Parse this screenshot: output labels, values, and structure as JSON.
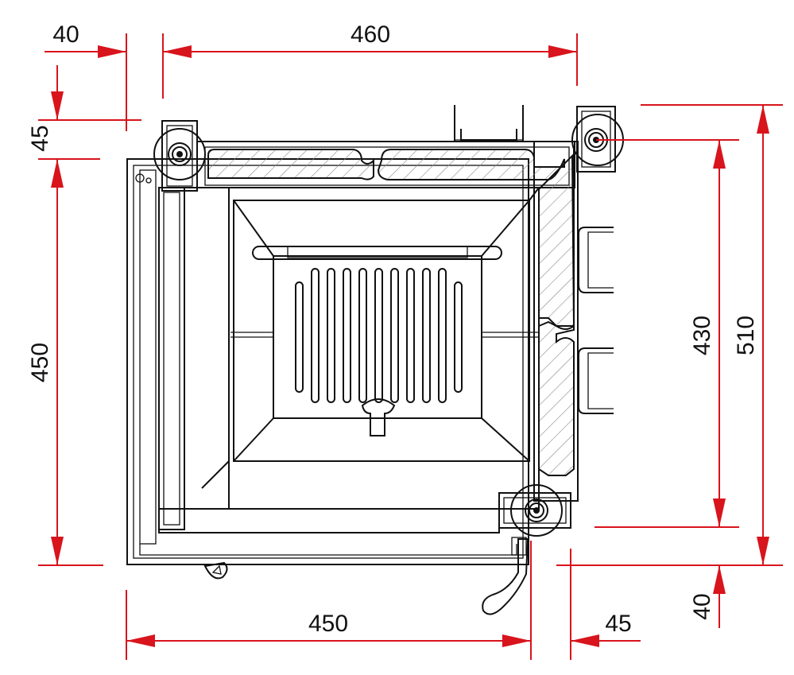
{
  "dimensions": {
    "top_left_offset": "40",
    "top_width": "460",
    "left_top_offset": "45",
    "left_height": "450",
    "right_inner_height": "430",
    "right_total_height": "510",
    "right_bottom_offset": "40",
    "bottom_width": "450",
    "bottom_right_offset": "45"
  },
  "colors": {
    "dimension_lines": "#d8141c",
    "outline": "#111111",
    "background": "#ffffff"
  }
}
